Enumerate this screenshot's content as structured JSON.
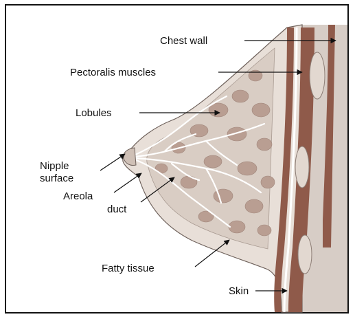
{
  "labels": {
    "chest_wall": "Chest wall",
    "pectoralis_muscles": "Pectoralis muscles",
    "lobules": "Lobules",
    "nipple_surface_line1": "Nipple",
    "nipple_surface_line2": "surface",
    "areola": "Areola",
    "duct": "duct",
    "fatty_tissue": "Fatty tissue",
    "skin": "Skin"
  },
  "colors": {
    "muscle": "#8f5a4a",
    "fatty_tissue": "#e8dfd8",
    "lobule": "#b99e92",
    "body_background": "#d7cdc6",
    "duct": "#ffffff"
  }
}
